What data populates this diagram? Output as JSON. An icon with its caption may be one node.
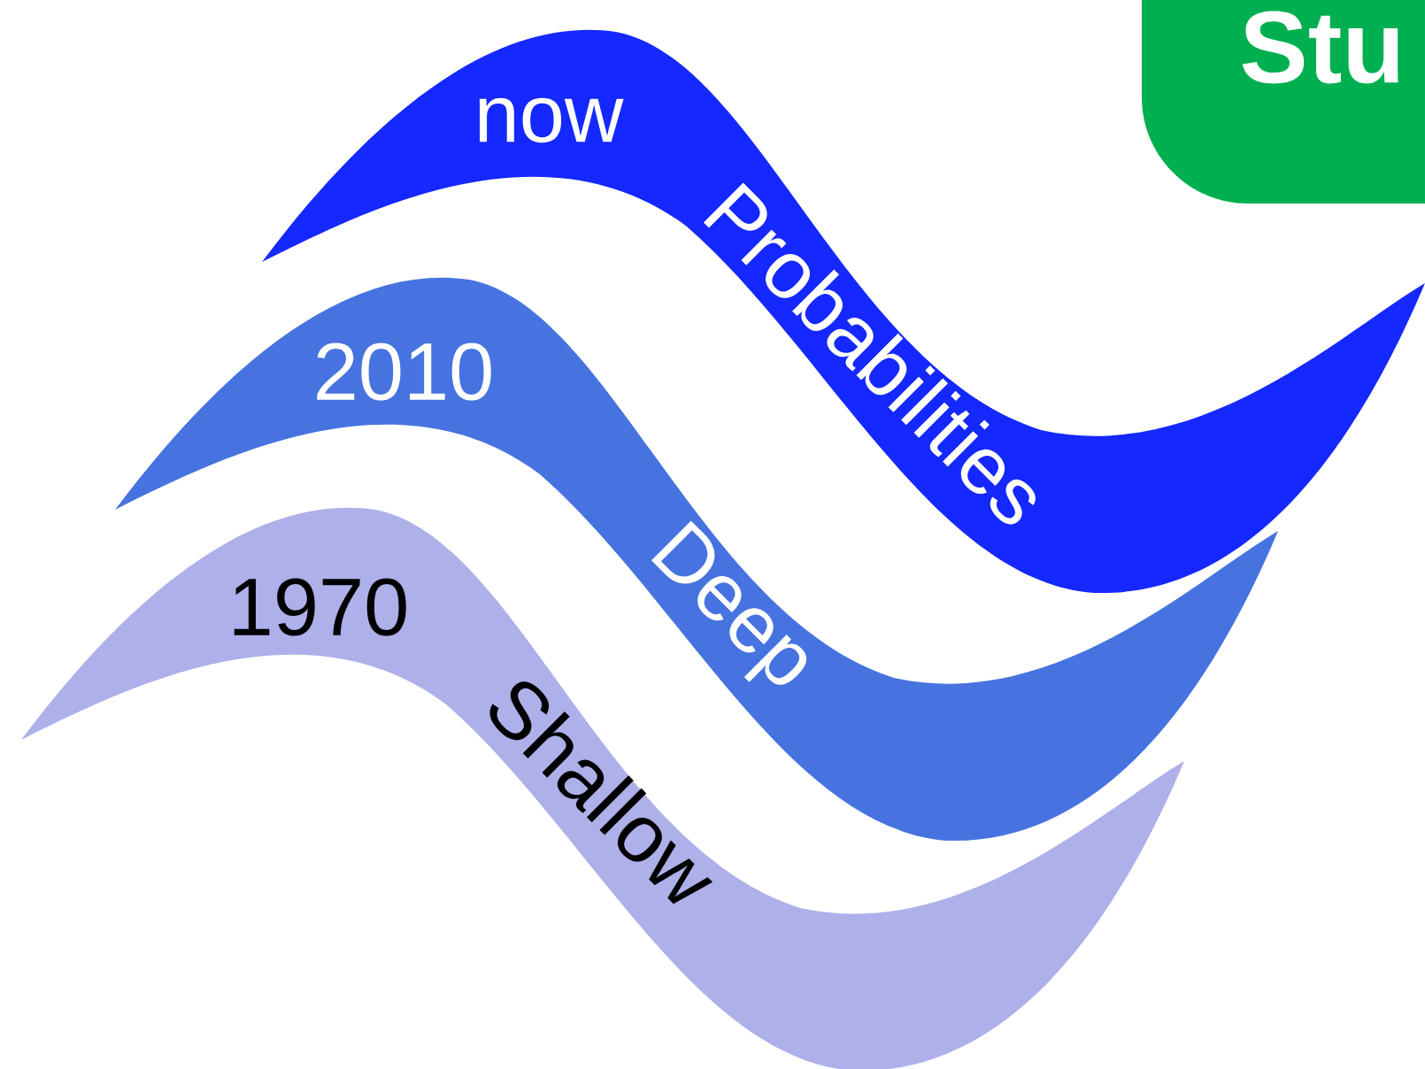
{
  "diagram": {
    "nodes": [
      {
        "text": [
          "now",
          "Probabilities"
        ]
      },
      {
        "text": [
          "2010",
          "Deep"
        ]
      },
      {
        "text": [
          "1970",
          "Shallow"
        ]
      },
      {
        "text": [
          "Stu"
        ]
      }
    ]
  }
}
